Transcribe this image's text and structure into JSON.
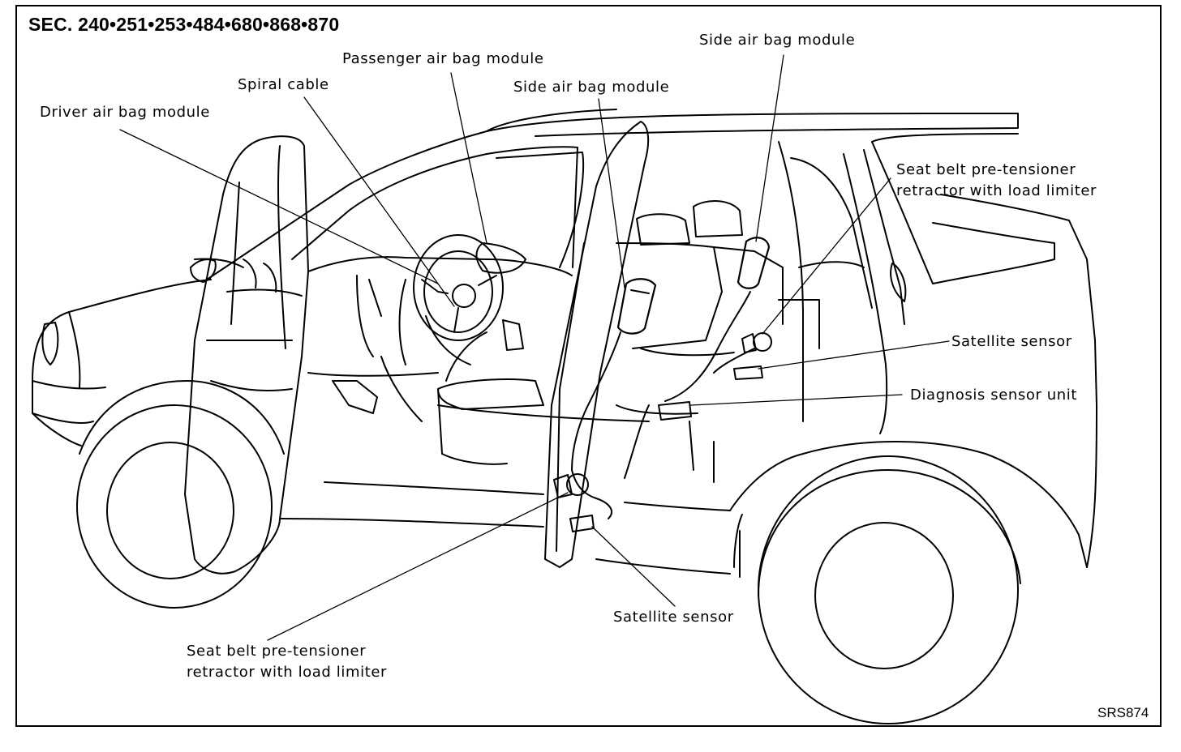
{
  "section_ref": "SEC. 240•251•253•484•680•868•870",
  "figure_code": "SRS874",
  "callouts": {
    "driver_air_bag": "Driver air bag module",
    "spiral_cable": "Spiral cable",
    "passenger_air_bag": "Passenger air bag module",
    "side_air_bag_front": "Side air bag module",
    "side_air_bag_rear": "Side air bag module",
    "seat_belt_rear": [
      "Seat belt pre-tensioner",
      "retractor with load limiter"
    ],
    "satellite_sensor_right": "Satellite sensor",
    "diagnosis_unit": "Diagnosis sensor unit",
    "satellite_sensor_bottom": "Satellite sensor",
    "seat_belt_front": [
      "Seat belt pre-tensioner",
      "retractor with load limiter"
    ]
  },
  "colors": {
    "ink": "#000000",
    "paper": "#ffffff"
  }
}
